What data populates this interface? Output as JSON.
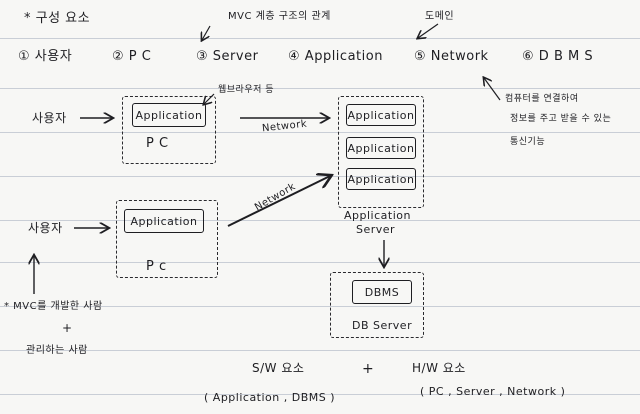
{
  "header": {
    "title": "* 구성 요소",
    "note_top": "MVC 계층 구조의 관계",
    "note_top_right": "도메인"
  },
  "components": [
    {
      "num": "①",
      "label": "사용자"
    },
    {
      "num": "②",
      "label": "P C"
    },
    {
      "num": "③",
      "label": "Server"
    },
    {
      "num": "④",
      "label": "Application"
    },
    {
      "num": "⑤",
      "label": "Network"
    },
    {
      "num": "⑥",
      "label": "D B M S"
    }
  ],
  "right_note": {
    "line1": "컴퓨터를 연결하여",
    "line2": "정보를 주고 받을 수 있는",
    "line3": "통신기능"
  },
  "diagram": {
    "user_top": "사용자",
    "user_bottom": "사용자",
    "web_browser_note": "웹브라우저 등",
    "pc_top_app": "Application",
    "pc_top_label": "P C",
    "pc_bottom_app": "Application",
    "pc_bottom_label": "P c",
    "network_top": "Network",
    "network_bottom": "Network",
    "server_apps": [
      "Application",
      "Application",
      "Application"
    ],
    "server_label_line1": "Application",
    "server_label_line2": "Server",
    "dbms_label": "DBMS",
    "db_server_label": "DB Server"
  },
  "bottom": {
    "left_note1": "* MVC를 개발한 사람",
    "left_plus": "+",
    "left_note2": "관리하는 사람",
    "sw_label": "S/W 요소",
    "plus": "+",
    "hw_label": "H/W 요소",
    "sw_detail": "( Application , DBMS )",
    "hw_detail": "( PC , Server , Network )"
  }
}
